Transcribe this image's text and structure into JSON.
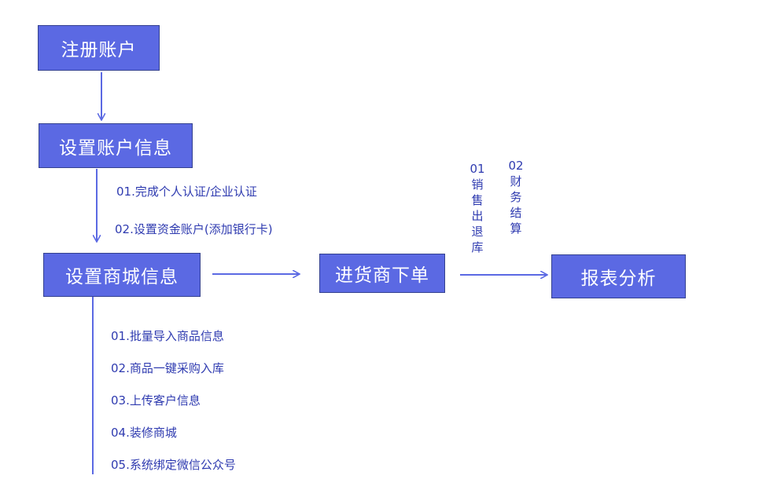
{
  "nodes": {
    "register": "注册账户",
    "account_info": "设置账户信息",
    "mall_info": "设置商城信息",
    "purchase": "进货商下单",
    "report": "报表分析"
  },
  "account_notes": [
    "01.完成个人认证/企业认证",
    "02.设置资金账户(添加银行卡)"
  ],
  "mall_notes": [
    "01.批量导入商品信息",
    "02.商品一键采购入库",
    "03.上传客户信息",
    "04.装修商城",
    "05.系统绑定微信公众号"
  ],
  "order_notes": {
    "n1_num": "01",
    "n1_text": [
      "销",
      "售",
      "出",
      "退",
      "库"
    ],
    "n2_num": "02",
    "n2_text": [
      "财",
      "务",
      "结",
      "算"
    ]
  },
  "colors": {
    "box_fill": "#5b69e3",
    "box_border": "#34418f",
    "arrow": "#5b69e3",
    "note_text": "#2f3bb0"
  }
}
